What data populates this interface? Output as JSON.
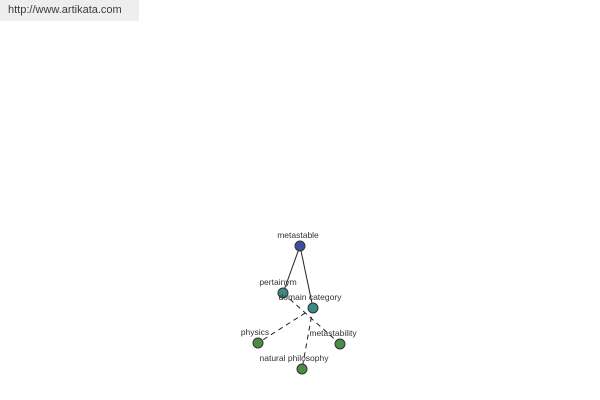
{
  "header": {
    "url": "http://www.artikata.com"
  },
  "graph": {
    "colors": {
      "edge": "#222222",
      "node_outline": "#333333",
      "root_fill": "#3f4f9c",
      "relation_fill": "#3b8a86",
      "leaf_fill": "#4a8d48"
    },
    "nodes": {
      "root": {
        "label": "metastable",
        "kind": "root"
      },
      "pertainym": {
        "label": "pertainym",
        "kind": "relation"
      },
      "domain_category": {
        "label": "domain category",
        "kind": "relation"
      },
      "physics": {
        "label": "physics",
        "kind": "leaf"
      },
      "natural_philosophy": {
        "label": "natural philosophy",
        "kind": "leaf"
      },
      "metastability": {
        "label": "metastability",
        "kind": "leaf"
      }
    },
    "edges": [
      {
        "from": "root",
        "to": "pertainym",
        "style": "solid"
      },
      {
        "from": "root",
        "to": "domain_category",
        "style": "solid"
      },
      {
        "from": "pertainym",
        "to": "metastability",
        "style": "dashed"
      },
      {
        "from": "domain_category",
        "to": "physics",
        "style": "dashed"
      },
      {
        "from": "domain_category",
        "to": "natural_philosophy",
        "style": "dashed"
      }
    ]
  }
}
